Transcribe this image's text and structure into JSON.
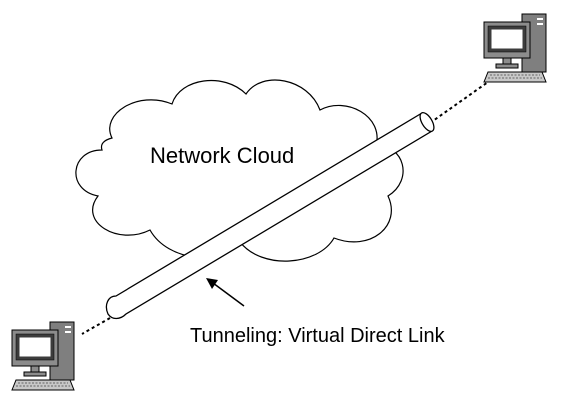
{
  "diagram": {
    "cloud_label": "Network Cloud",
    "tunnel_label": "Tunneling: Virtual Direct Link",
    "nodes": [
      {
        "name": "computer-top-right",
        "icon": "desktop-computer-icon"
      },
      {
        "name": "computer-bottom-left",
        "icon": "desktop-computer-icon"
      }
    ],
    "colors": {
      "outline": "#000000",
      "screen": "#3c3c3c",
      "screen_inner": "#ffffff",
      "tower": "#7f7f7f",
      "monitor": "#8c8c8c",
      "keyboard": "#c8c8c8"
    }
  }
}
